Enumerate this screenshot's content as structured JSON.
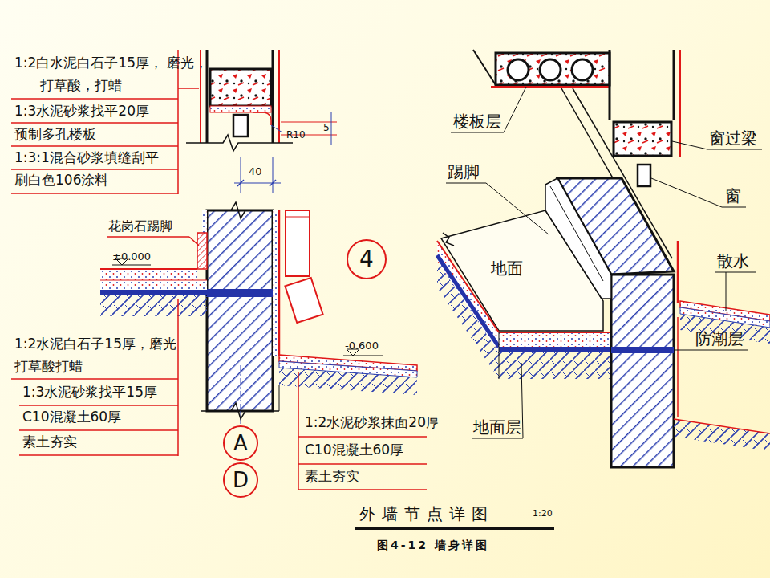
{
  "diagram": {
    "title": "外墙节点详图",
    "caption": "图4-12 墙身详图",
    "nodes": [
      {
        "text": [
          "4"
        ]
      },
      {
        "text": [
          "A"
        ]
      },
      {
        "text": [
          "D"
        ]
      }
    ],
    "labels": [
      "1:2白水泥白石子15厚， 磨光，打草酸，打蜡",
      "1:3水泥砂浆找平20厚",
      "预制多孔楼板",
      "1:3:1混合砂浆填缝刮平",
      "刷白色106涂料",
      "R10",
      "5",
      "40",
      "花岗石踢脚",
      "±0.000",
      "1:2水泥白石子15厚，磨光 打草酸打蜡",
      "1:3水泥砂浆找平15厚",
      "C10混凝土60厚",
      "素土夯实",
      "-0.600",
      "1:2水泥砂浆抹面20厚",
      "C10混凝土60厚",
      "素土夯实",
      "楼板层",
      "窗过梁",
      "踢脚",
      "窗",
      "地面",
      "散水",
      "防潮层",
      "地面层",
      "1:20"
    ]
  }
}
